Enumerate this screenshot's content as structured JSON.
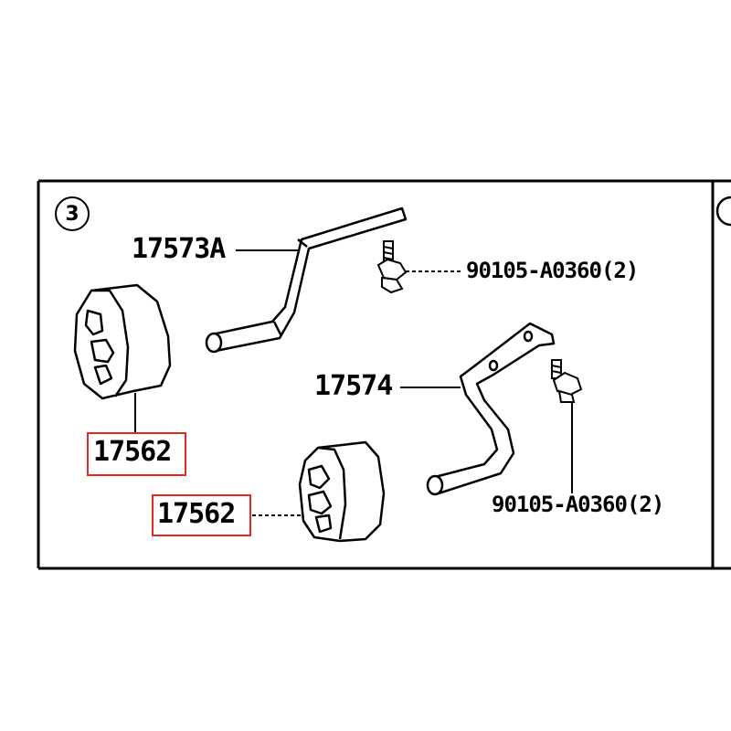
{
  "section_number": "3",
  "parts": {
    "hanger_a": "17573A",
    "hanger_b": "17574",
    "cushion_top": "17562",
    "cushion_bottom": "17562",
    "bolt_top": "90105-A0360(2)",
    "bolt_bottom": "90105-A0360(2)"
  },
  "colors": {
    "line": "#000000",
    "highlight": "#e8281e",
    "background": "#ffffff"
  }
}
